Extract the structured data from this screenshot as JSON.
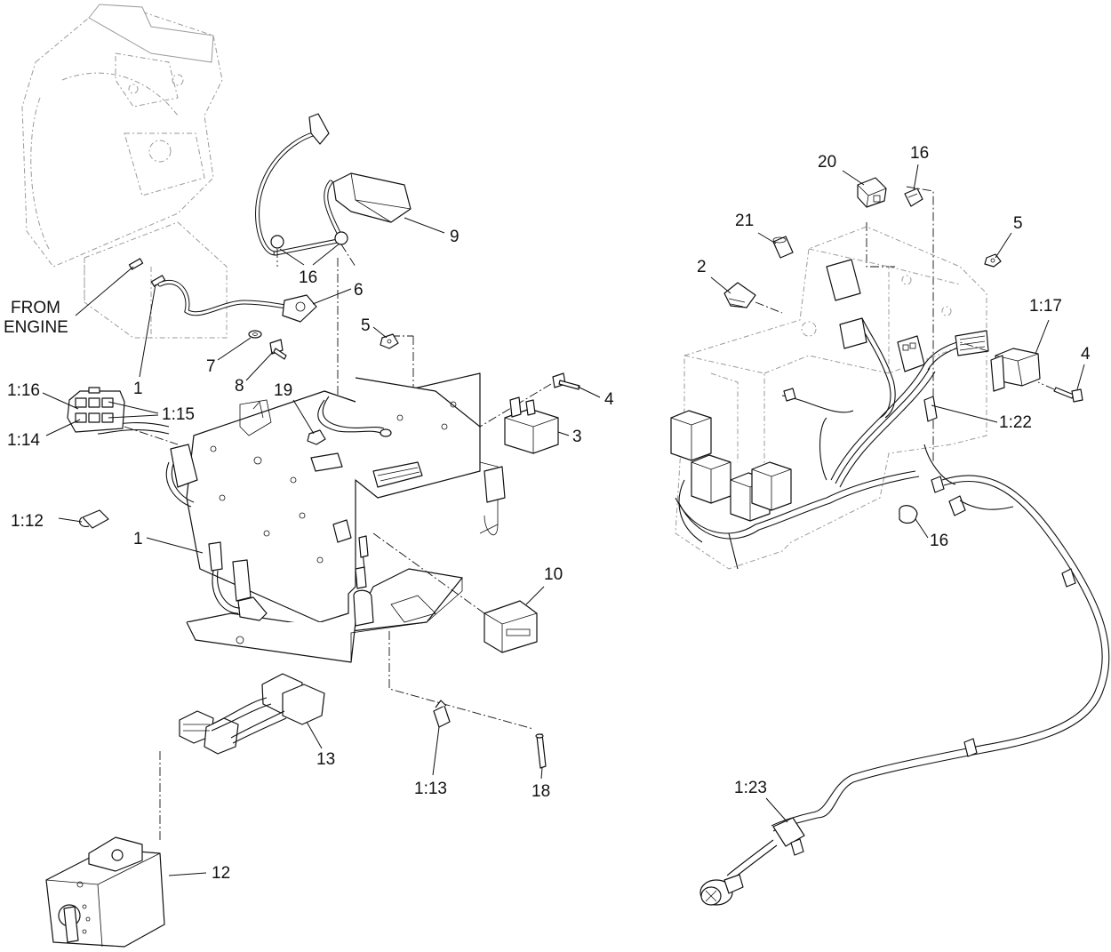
{
  "callouts": {
    "from_engine_line1": "FROM",
    "from_engine_line2": "ENGINE",
    "c1_engine": "1",
    "c1_16": "1:16",
    "c1_15": "1:15",
    "c1_14": "1:14",
    "c1_12": "1:12",
    "c1_harness": "1",
    "c7": "7",
    "c8": "8",
    "c6": "6",
    "c16_left": "16",
    "c9": "9",
    "c5_left": "5",
    "c19": "19",
    "c4_left": "4",
    "c3": "3",
    "c10": "10",
    "c13": "13",
    "c1_13": "1:13",
    "c18": "18",
    "c12": "12",
    "c20": "20",
    "c16_top": "16",
    "c21": "21",
    "c2": "2",
    "c5_right": "5",
    "c1_17": "1:17",
    "c4_right": "4",
    "c1_22": "1:22",
    "c16_right": "16",
    "c1_23": "1:23"
  }
}
